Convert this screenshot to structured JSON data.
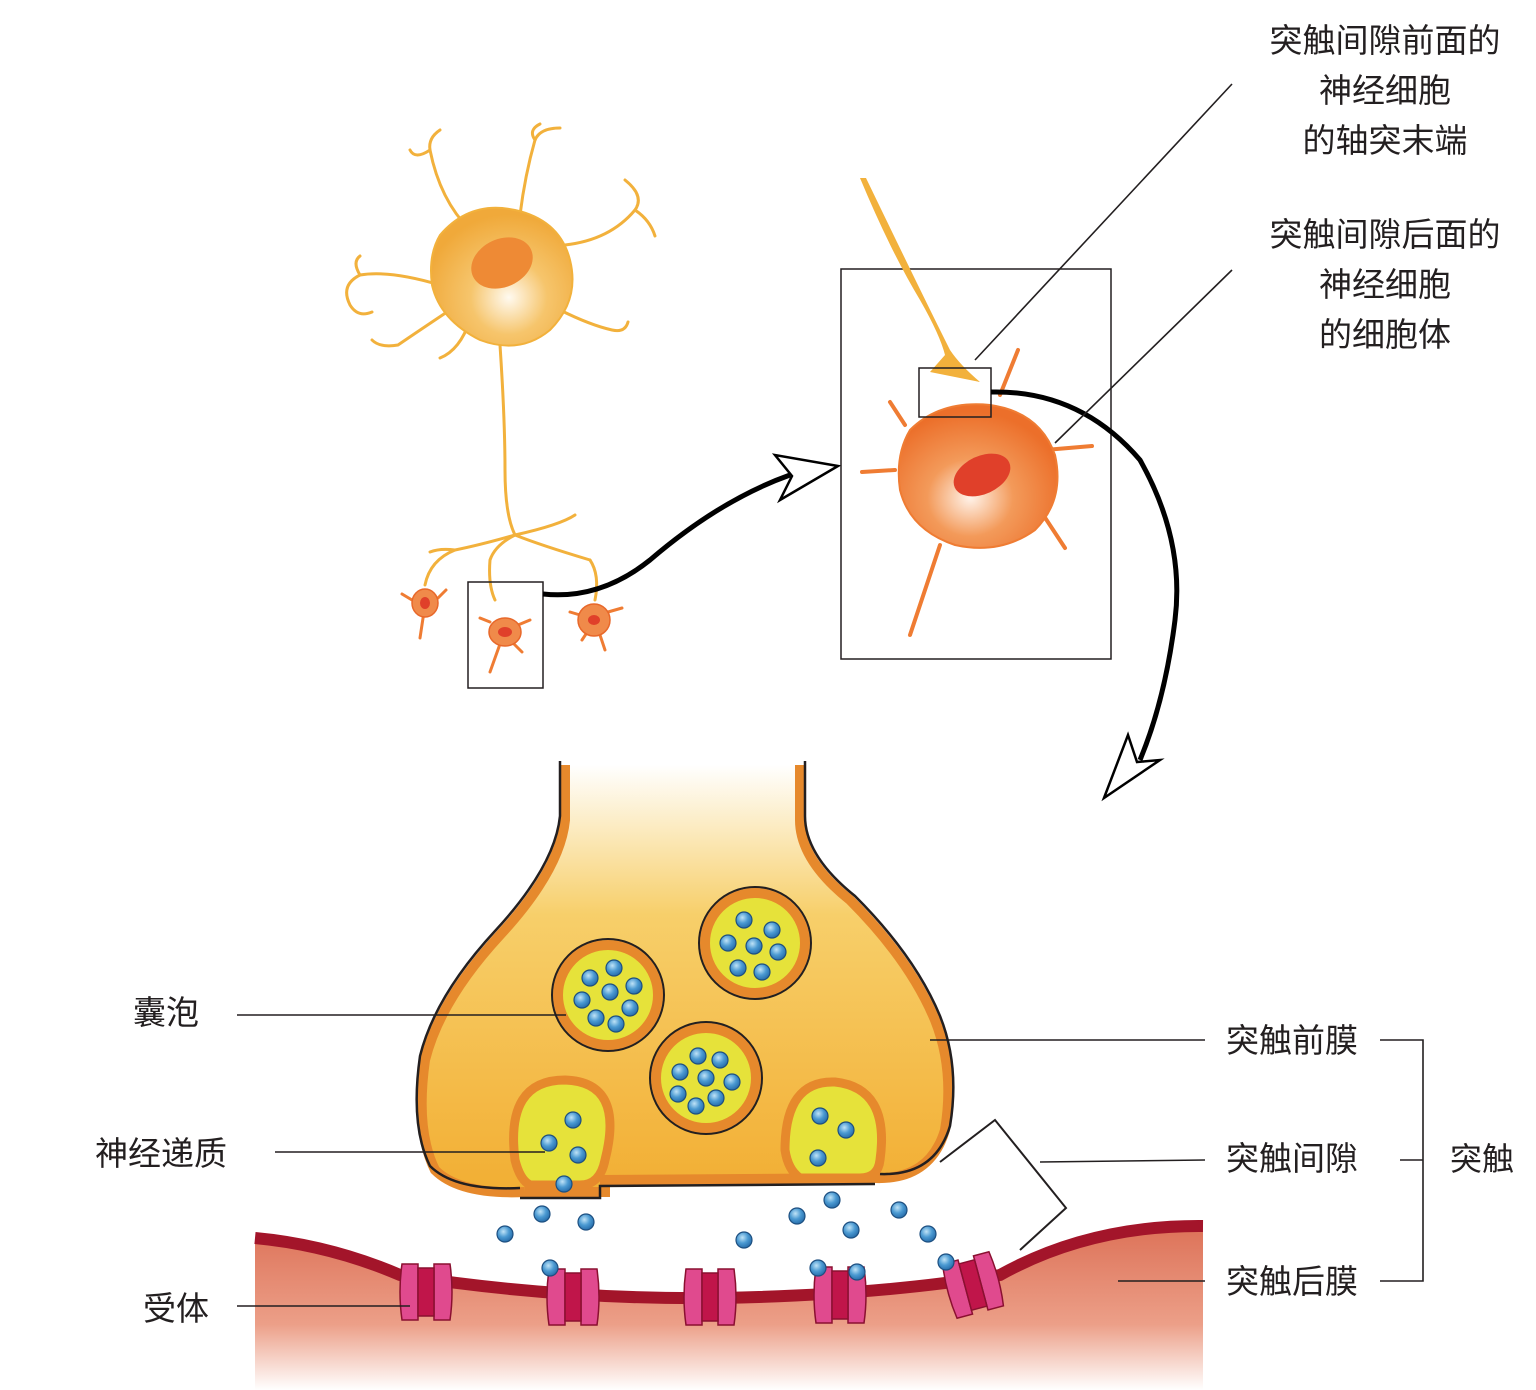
{
  "labels": {
    "presynaptic_axon_terminal": [
      "突触间隙前面的",
      "神经细胞",
      "的轴突末端"
    ],
    "postsynaptic_cell_body": [
      "突触间隙后面的",
      "神经细胞",
      "的细胞体"
    ],
    "vesicle": "囊泡",
    "neurotransmitter": "神经递质",
    "receptor": "受体",
    "presynaptic_membrane": "突触前膜",
    "synaptic_cleft": "突触间隙",
    "postsynaptic_membrane": "突触后膜",
    "synapse": "突触"
  },
  "colors": {
    "neuron_yellow": "#f2b13c",
    "neuron_orange": "#ef7c33",
    "nucleus_red": "#e0402a",
    "terminal_fill": "#f3b43a",
    "terminal_outline": "#e6892c",
    "vesicle_fill": "#e6e23a",
    "neurotransmitter_blue": "#3d8fce",
    "postsynaptic_membrane": "#a3152a",
    "postsynaptic_tissue": "#e3836a",
    "receptor_pink": "#e04a8e"
  }
}
